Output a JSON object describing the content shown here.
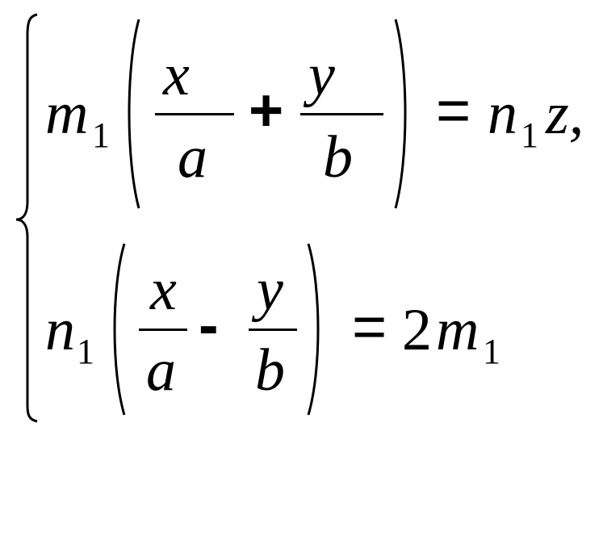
{
  "system": {
    "line1": {
      "coef": "m",
      "coef_sub": "1",
      "frac1_num": "x",
      "frac1_den": "a",
      "operator": "+",
      "frac2_num": "y",
      "frac2_den": "b",
      "equals": "=",
      "rhs_var": "n",
      "rhs_sub": "1",
      "rhs_tail": "z,"
    },
    "line2": {
      "coef": "n",
      "coef_sub": "1",
      "frac1_num": "x",
      "frac1_den": "a",
      "operator": "-",
      "frac2_num": "y",
      "frac2_den": "b",
      "equals": "=",
      "rhs_const": "2",
      "rhs_var": "m",
      "rhs_sub": "1"
    }
  }
}
